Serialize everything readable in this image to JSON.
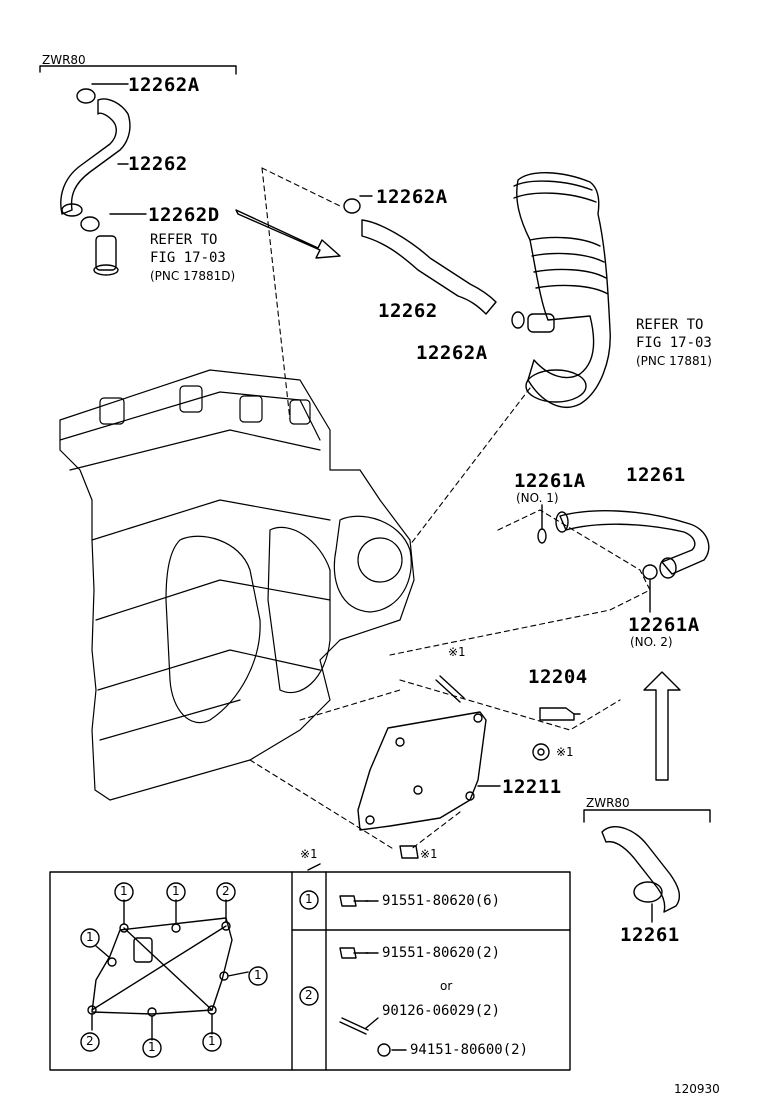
{
  "variant_top": "ZWR80",
  "variant_bottom": "ZWR80",
  "parts": {
    "p12262A_a": "12262A",
    "p12262_a": "12262",
    "p12262D": "12262D",
    "p12262A_b": "12262A",
    "p12262_b": "12262",
    "p12262A_c": "12262A",
    "p12261A_a": "12261A",
    "p12261A_a_sub": "(NO. 1)",
    "p12261": "12261",
    "p12261A_b": "12261A",
    "p12261A_b_sub": "(NO. 2)",
    "p12204": "12204",
    "p12211": "12211",
    "p12261_b": "12261"
  },
  "refs": {
    "left": [
      "REFER TO",
      "FIG 17-03",
      "(PNC 17881D)"
    ],
    "right": [
      "REFER TO",
      "FIG 17-03",
      "(PNC 17881)"
    ]
  },
  "marks": {
    "stud": "※1",
    "nut": "※1",
    "bolt": "※1",
    "table_header": "※1"
  },
  "table": {
    "row1_key": "1",
    "row1_part": "91551-80620(6)",
    "row2_key": "2",
    "row2_part_a": "91551-80620(2)",
    "row2_or": "or",
    "row2_part_b": "90126-06029(2)",
    "row2_part_c": "94151-80600(2)"
  },
  "gasket_callouts": [
    "1",
    "1",
    "2",
    "1",
    "1",
    "2",
    "1",
    "1"
  ],
  "figure_id": "120930"
}
